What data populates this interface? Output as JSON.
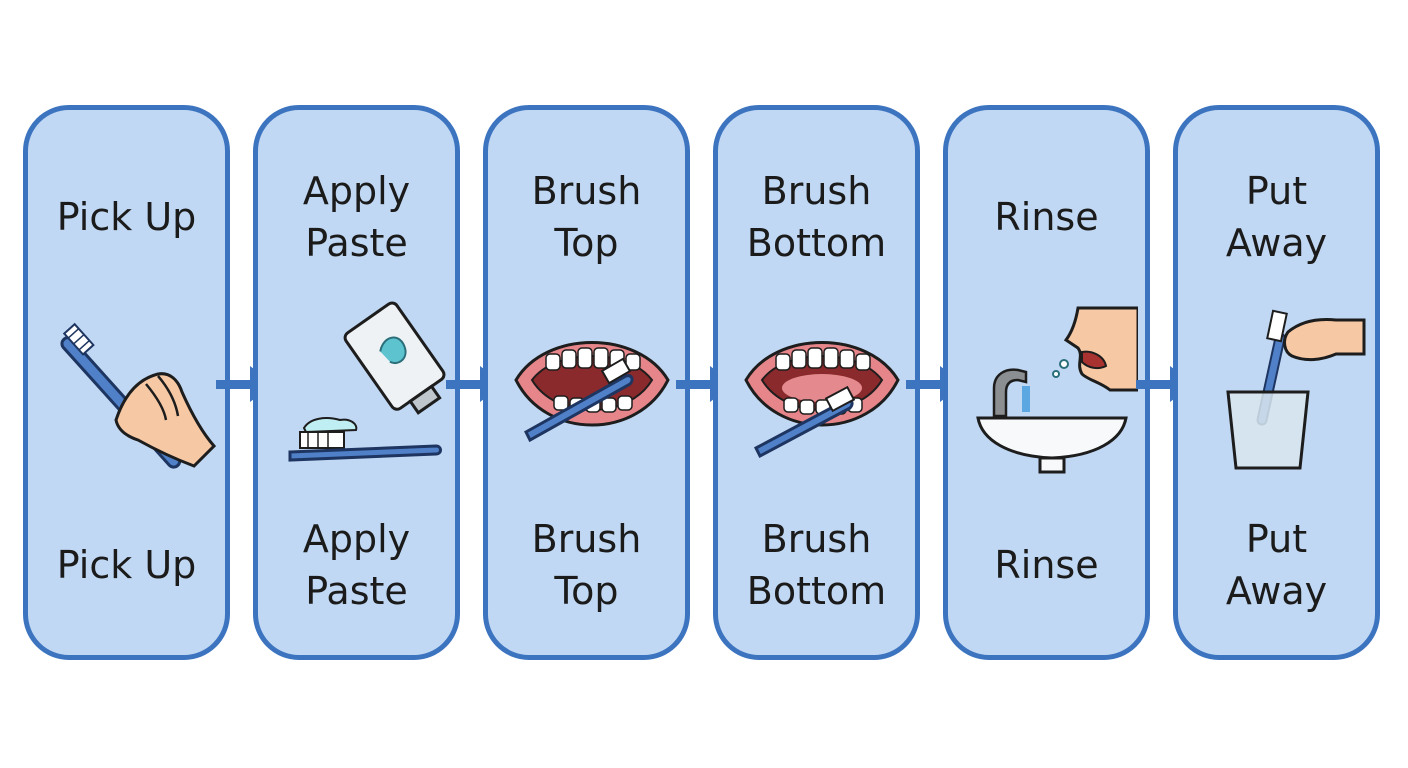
{
  "steps": [
    {
      "top": [
        "Pick Up"
      ],
      "bottom": [
        "Pick Up"
      ],
      "icon": "hand-toothbrush-icon"
    },
    {
      "top": [
        "Apply",
        "Paste"
      ],
      "bottom": [
        "Apply",
        "Paste"
      ],
      "icon": "toothpaste-icon"
    },
    {
      "top": [
        "Brush",
        "Top"
      ],
      "bottom": [
        "Brush",
        "Top"
      ],
      "icon": "mouth-brush-top-icon"
    },
    {
      "top": [
        "Brush",
        "Bottom"
      ],
      "bottom": [
        "Brush",
        "Bottom"
      ],
      "icon": "mouth-brush-bottom-icon"
    },
    {
      "top": [
        "Rinse"
      ],
      "bottom": [
        "Rinse"
      ],
      "icon": "rinse-sink-icon"
    },
    {
      "top": [
        "Put",
        "Away"
      ],
      "bottom": [
        "Put",
        "Away"
      ],
      "icon": "cup-toothbrush-icon"
    }
  ],
  "colors": {
    "card_fill": "#c0d8f3",
    "card_border": "#3d74c0",
    "arrow": "#3d74c0",
    "text": "#1b1b1b"
  }
}
